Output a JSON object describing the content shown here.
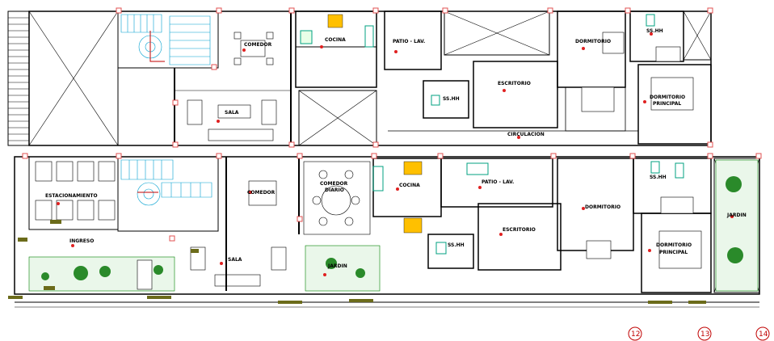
{
  "plan_top": {
    "rooms": [
      {
        "id": "comedor",
        "label": "COMEDOR"
      },
      {
        "id": "cocina",
        "label": "COCINA"
      },
      {
        "id": "patio",
        "label": "PATIO - LAV."
      },
      {
        "id": "dormitorio",
        "label": "DORMITORIO"
      },
      {
        "id": "sshh",
        "label": "SS.HH"
      },
      {
        "id": "sala",
        "label": "SALA"
      },
      {
        "id": "sshh2",
        "label": "SS.HH"
      },
      {
        "id": "escritorio",
        "label": "ESCRITORIO"
      },
      {
        "id": "dormppal_1",
        "label": "DORMITORIO"
      },
      {
        "id": "dormppal_2",
        "label": "PRINCIPAL"
      },
      {
        "id": "circulacion",
        "label": "CIRCULACION"
      }
    ]
  },
  "plan_bottom": {
    "rooms": [
      {
        "id": "estacionamiento",
        "label": "ESTACIONAMIENTO"
      },
      {
        "id": "comedor",
        "label": "COMEDOR"
      },
      {
        "id": "comdiario_1",
        "label": "COMEDOR"
      },
      {
        "id": "comdiario_2",
        "label": "DIARIO"
      },
      {
        "id": "cocina",
        "label": "COCINA"
      },
      {
        "id": "patio",
        "label": "PATIO - LAV."
      },
      {
        "id": "sshh",
        "label": "SS.HH"
      },
      {
        "id": "dormitorio",
        "label": "DORMITORIO"
      },
      {
        "id": "jardin_r",
        "label": "JARDIN"
      },
      {
        "id": "ingreso",
        "label": "INGRESO"
      },
      {
        "id": "sala",
        "label": "SALA"
      },
      {
        "id": "jardin_c",
        "label": "JARDIN"
      },
      {
        "id": "sshh2",
        "label": "SS.HH"
      },
      {
        "id": "escritorio",
        "label": "ESCRITORIO"
      },
      {
        "id": "dormppal_1",
        "label": "DORMITORIO"
      },
      {
        "id": "dormppal_2",
        "label": "PRINCIPAL"
      }
    ]
  },
  "axes": [
    "12",
    "13",
    "14"
  ],
  "colors": {
    "wall": "#000000",
    "column_marker": "#e05050",
    "axis": "#c00000",
    "stair": "#00a0d0",
    "furniture": "#ffc000",
    "plant": "#008000",
    "fixture": "#00a080"
  }
}
